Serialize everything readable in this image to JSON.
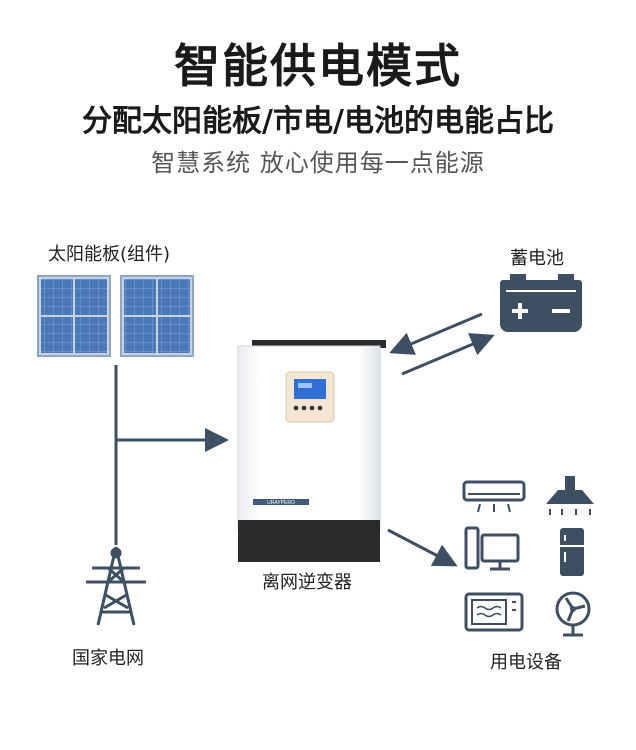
{
  "header": {
    "title": "智能供电模式",
    "subtitle": "分配太阳能板/市电/电池的电能占比",
    "tagline": "智慧系统 放心使用每一点能源"
  },
  "nodes": {
    "solar_label": "太阳能板(组件)",
    "battery_label": "蓄电池",
    "inverter_label": "离网逆变器",
    "grid_label": "国家电网",
    "appliances_label": "用电设备",
    "inverter_brand": "URAYPERO"
  },
  "colors": {
    "line": "#3d4f61",
    "panel": "#4a78b8",
    "panel_frame": "#8fa6c2",
    "battery": "#3d4f61",
    "inverter_body": "#f7f8f9",
    "inverter_dark": "#2b2b2b",
    "screen": "#2f6fd6"
  }
}
